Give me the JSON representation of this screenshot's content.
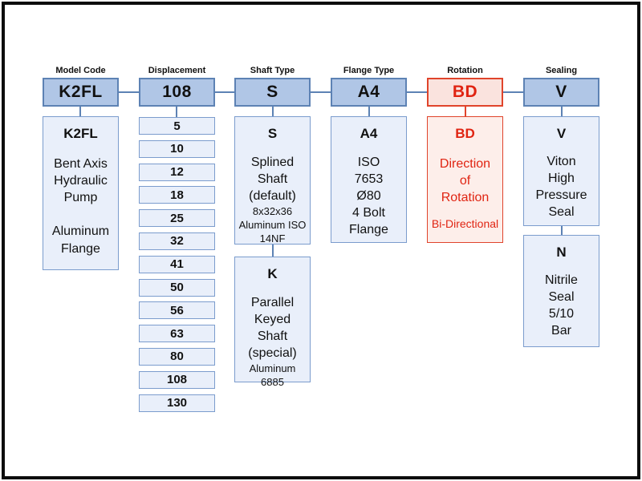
{
  "colors": {
    "frame_border": "#0d0d0d",
    "top_box_fill": "#b0c6e6",
    "top_box_border": "#5d82b4",
    "detail_box_fill": "#e9effa",
    "detail_box_border": "#7b9ccd",
    "rotation_fill": "#fae3de",
    "rotation_border": "#e0442b",
    "rotation_text": "#e02412",
    "text": "#111111"
  },
  "columns": [
    {
      "header": "Model Code",
      "code": "K2FL",
      "detail": {
        "code": "K2FL",
        "body": "Bent Axis\nHydraulic\nPump\n\nAluminum\nFlange"
      }
    },
    {
      "header": "Displacement",
      "code": "108",
      "options": [
        "5",
        "10",
        "12",
        "18",
        "25",
        "32",
        "41",
        "50",
        "56",
        "63",
        "80",
        "108",
        "130"
      ]
    },
    {
      "header": "Shaft Type",
      "code": "S",
      "details": [
        {
          "code": "S",
          "body": "Splined\nShaft\n(default)",
          "note": "8x32x36\nAluminum ISO\n14NF"
        },
        {
          "code": "K",
          "body": "Parallel\nKeyed\nShaft\n(special)",
          "note": "Aluminum\n6885"
        }
      ]
    },
    {
      "header": "Flange Type",
      "code": "A4",
      "detail": {
        "code": "A4",
        "body": "ISO\n7653\nØ80\n4 Bolt\nFlange"
      }
    },
    {
      "header": "Rotation",
      "code": "BD",
      "accent": "red",
      "detail": {
        "code": "BD",
        "body": "Direction\nof\nRotation",
        "note": "Bi-Directional"
      }
    },
    {
      "header": "Sealing",
      "code": "V",
      "details": [
        {
          "code": "V",
          "body": "Viton\nHigh\nPressure\nSeal"
        },
        {
          "code": "N",
          "body": "Nitrile\nSeal\n5/10\nBar"
        }
      ]
    }
  ]
}
